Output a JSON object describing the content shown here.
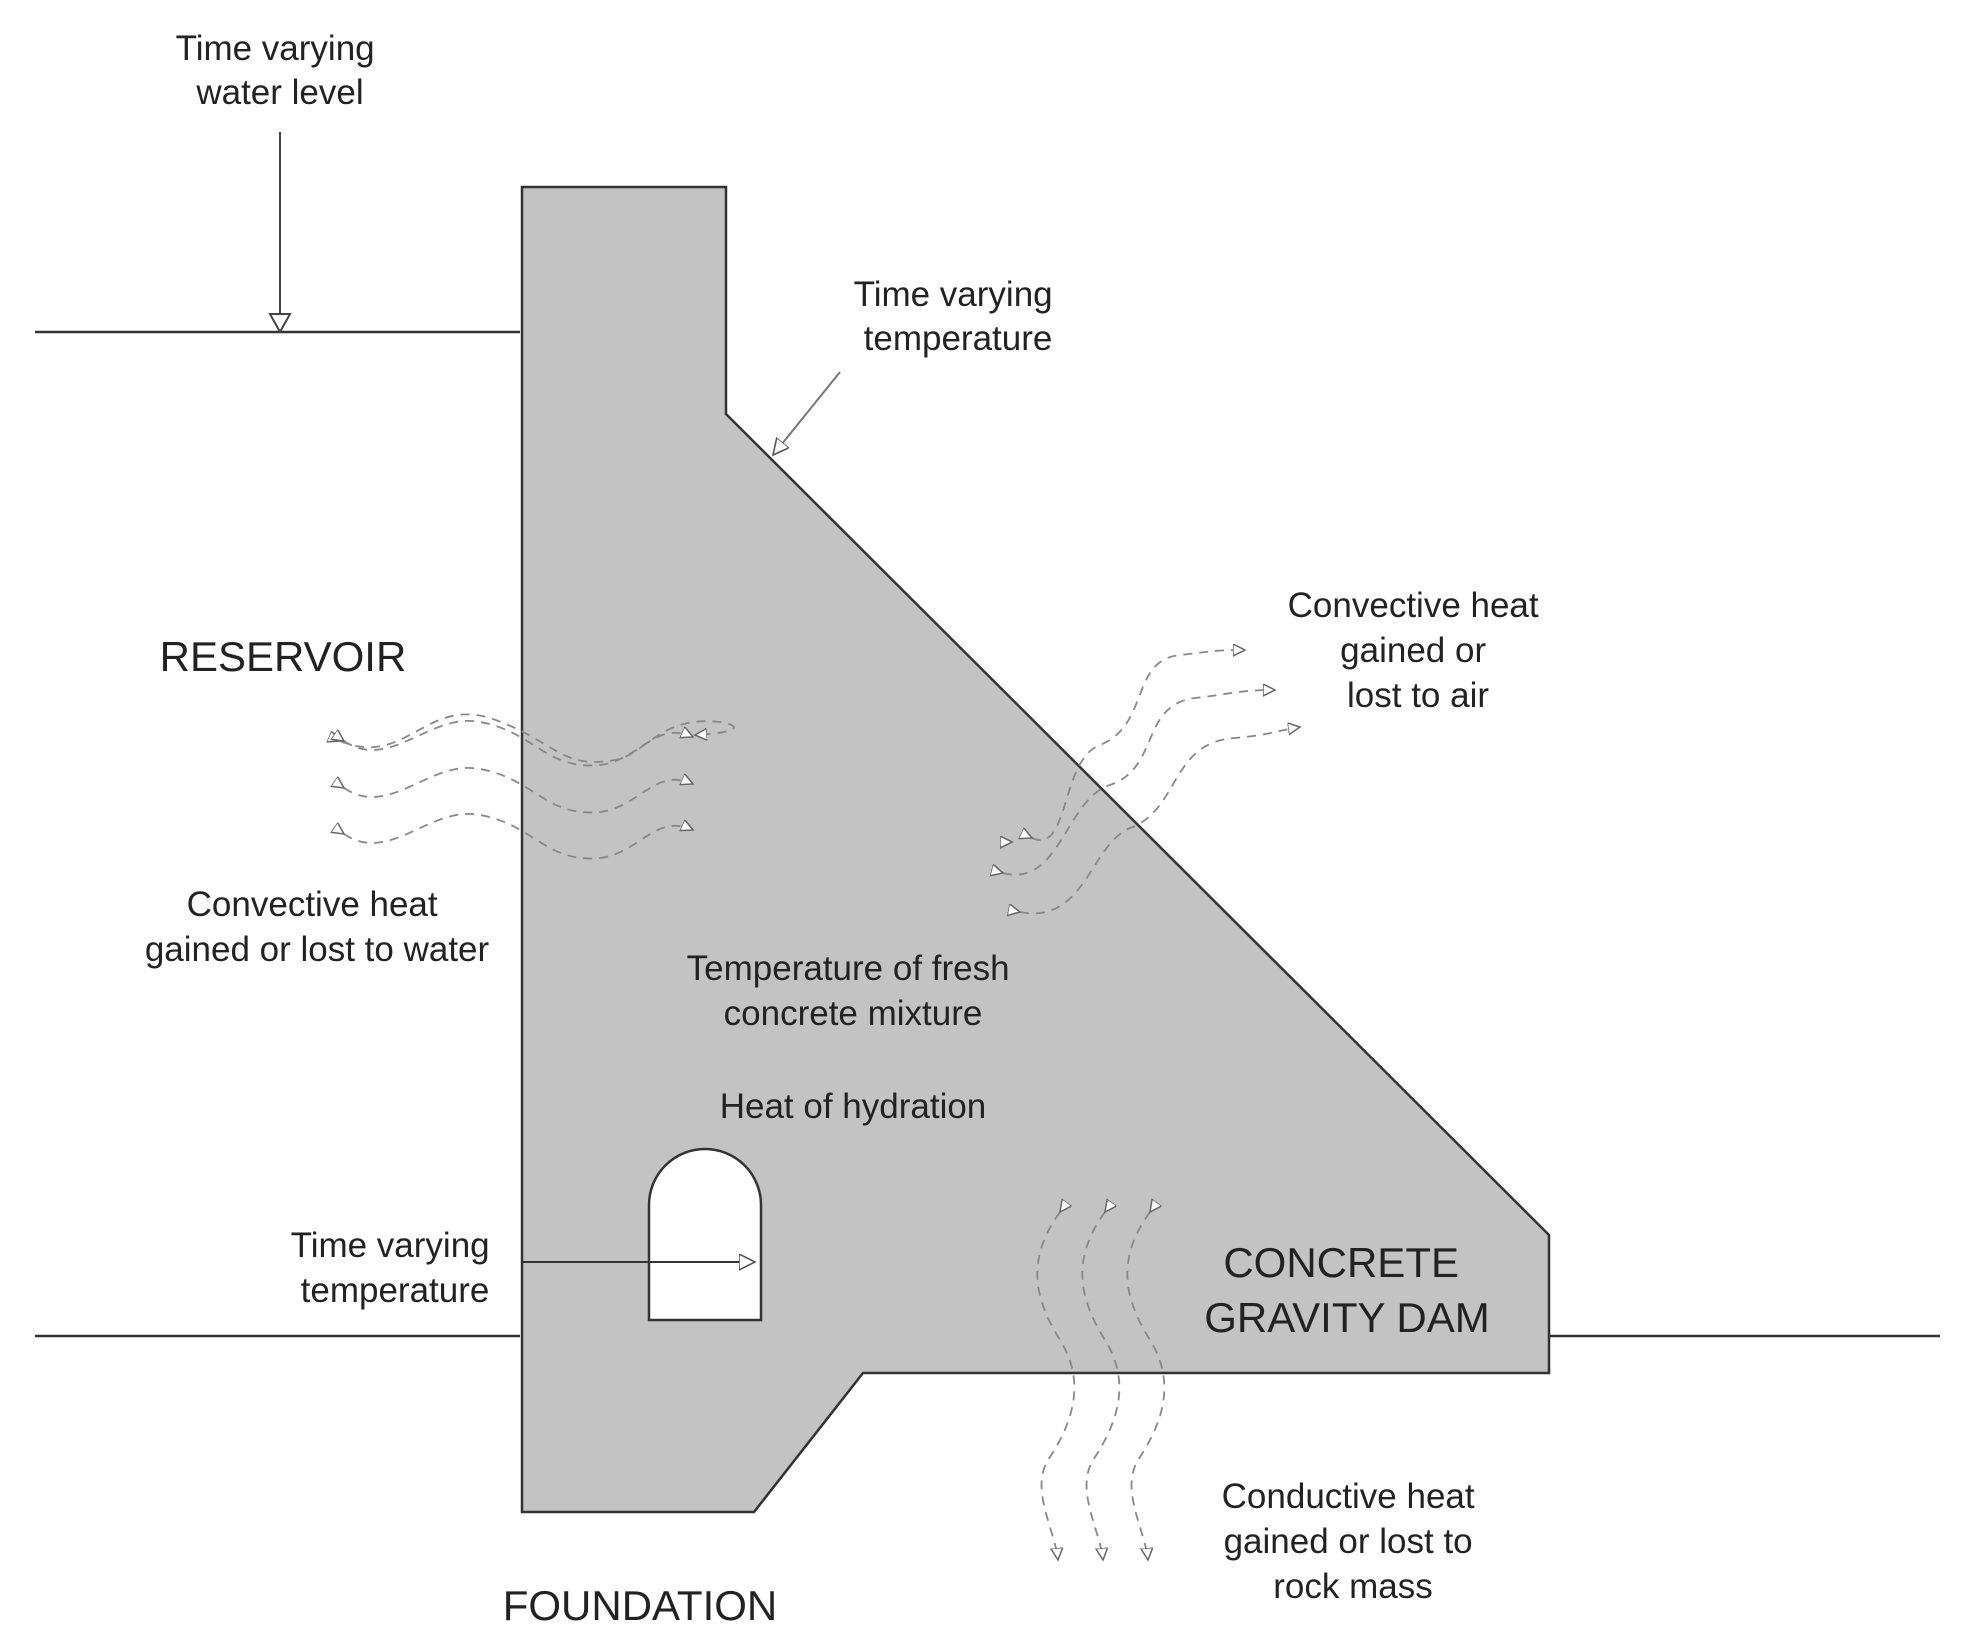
{
  "labels": {
    "water_level": [
      "Time varying",
      "water level"
    ],
    "face_temperature": [
      "Time varying",
      "temperature"
    ],
    "reservoir": "RESERVOIR",
    "air_convection": [
      "Convective heat",
      "gained or",
      "lost to air"
    ],
    "water_convection": [
      "Convective heat",
      "gained or lost to water"
    ],
    "fresh_concrete": [
      "Temperature of fresh",
      "concrete mixture"
    ],
    "hydration": "Heat of hydration",
    "gallery_temperature": [
      "Time varying",
      "temperature"
    ],
    "dam": [
      "CONCRETE",
      "GRAVITY DAM"
    ],
    "rock_conduction": [
      "Conductive heat",
      "gained or lost to",
      "rock mass"
    ],
    "foundation": "FOUNDATION"
  },
  "colors": {
    "dam_fill": "#c3c3c3",
    "line": "#333333",
    "heat_flow": "#888888",
    "gallery": "#ffffff"
  }
}
